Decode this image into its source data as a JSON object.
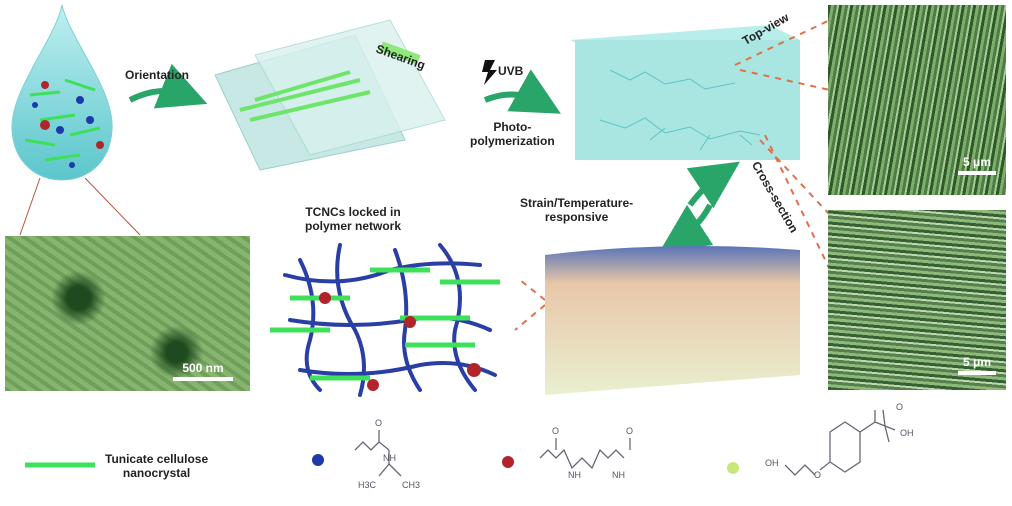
{
  "labels": {
    "orientation": "Orientation",
    "shearing": "Shearing",
    "uvb": "UVB",
    "photopolymerization": "Photo-\npolymerization",
    "top_view": "Top-view",
    "cross_section": "Cross-section",
    "responsive": "Strain/Temperature-\nresponsive",
    "tcncs_locked": "TCNCs locked in\npolymer network"
  },
  "scale_bars": {
    "tem": "500 nm",
    "sem_top": "5 μm",
    "sem_cross": "5 μm"
  },
  "legend": {
    "tcnc": "Tunicate cellulose\nnanocrystal",
    "monomer_chem": [
      "O",
      "NH",
      "H3C",
      "CH3"
    ],
    "crosslinker_chem": [
      "O",
      "NH",
      "NH",
      "O"
    ],
    "initiator_chem": [
      "OH",
      "O",
      "O",
      "OH"
    ]
  },
  "colors": {
    "tcnc": "#3ee05a",
    "polymer": "#2a3fa6",
    "monomer": "#1c3aa8",
    "crosslinker": "#b0242c",
    "initiator": "#c9e87a",
    "arrow": "#2aa56a",
    "dash": "#e0704a"
  }
}
